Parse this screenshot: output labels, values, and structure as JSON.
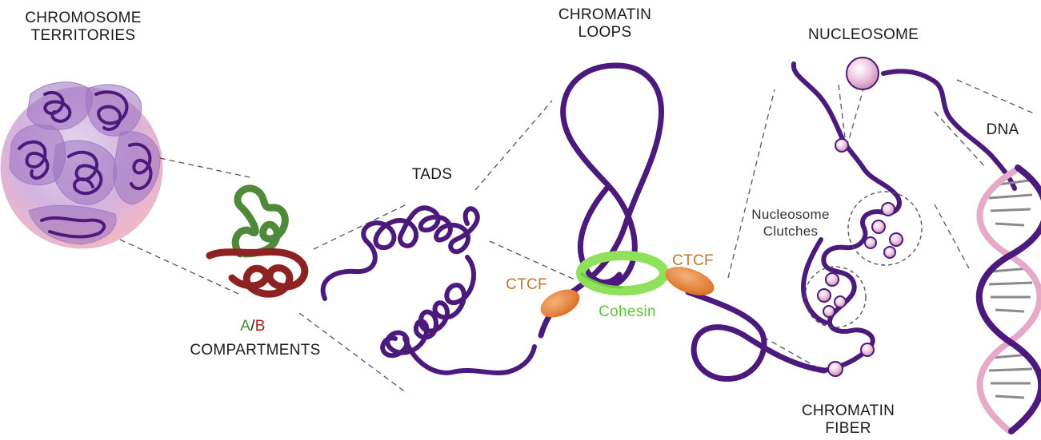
{
  "labels": {
    "chromosome_territories": [
      "CHROMOSOME",
      "TERRITORIES"
    ],
    "compartments_a": "A",
    "compartments_sep": "/",
    "compartments_b": "B",
    "compartments": "COMPARTMENTS",
    "tads": "TADS",
    "chromatin_loops": [
      "CHROMATIN",
      "LOOPS"
    ],
    "ctcf_left": "CTCF",
    "ctcf_right": "CTCF",
    "cohesin": "Cohesin",
    "nucleosome": "NUCLEOSOME",
    "nucleosome_clutches": [
      "Nucleosome",
      "Clutches"
    ],
    "dna": "DNA",
    "chromatin_fiber": [
      "CHROMATIN",
      "FIBER"
    ]
  },
  "colors": {
    "chromatin": "#4b1a7c",
    "compartment_a": "#4f8a3a",
    "compartment_b": "#8e2222",
    "ctcf": "#e8873a",
    "cohesin": "#8fe05a",
    "nucleosome": "#e7bfd8",
    "dna_strand_2": "#e6aac8",
    "dna_rungs": "#8a8a8a",
    "nucleus_fill": "#c9a6da"
  }
}
